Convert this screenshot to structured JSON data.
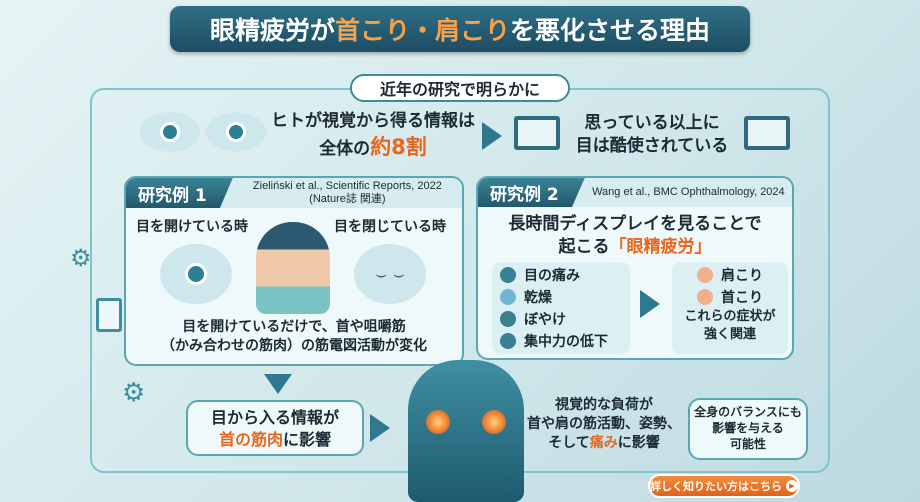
{
  "header": {
    "title_pre": "眼精疲労が",
    "title_hl": "首こり・肩こり",
    "title_post": "を悪化させる理由",
    "subtitle": "近年の研究で明らかに"
  },
  "intro": {
    "line1": "ヒトが視覚から得る情報は",
    "line2_pre": "全体の",
    "line2_hl": "約8割",
    "result_line1": "思っている以上に",
    "result_line2": "目は酷使されている"
  },
  "study1": {
    "tag": "研究例 1",
    "cite1": "Zieliński et al., Scientific Reports, 2022",
    "cite2": "(Nature誌 関連)",
    "open_label": "目を開けている時",
    "closed_label": "目を閉じている時",
    "caption1": "目を開けているだけで、首や咀嚼筋",
    "caption2": "（かみ合わせの筋肉）の筋電図活動が変化"
  },
  "study2": {
    "tag": "研究例 2",
    "cite": "Wang et al., BMC Ophthalmology, 2024",
    "heading1": "長時間ディスプレイを見ることで",
    "heading2_pre": "起こる",
    "heading2_hl": "「眼精疲労」",
    "symptoms": [
      {
        "icon": "eye-icon",
        "label": "目の痛み"
      },
      {
        "icon": "water-drop-icon",
        "label": "乾燥"
      },
      {
        "icon": "blurry-eye-icon",
        "label": "ぼやけ"
      },
      {
        "icon": "head-brain-icon",
        "label": "集中力の低下"
      }
    ],
    "results": [
      {
        "icon": "shoulder-icon",
        "label": "肩こり"
      },
      {
        "icon": "neck-icon",
        "label": "首こり"
      }
    ],
    "relation1": "これらの症状が",
    "relation2": "強く関連"
  },
  "bottom_left": {
    "line1": "目から入る情報が",
    "line2_hl": "首の筋肉",
    "line2_post": "に影響"
  },
  "bottom_mid": {
    "line1": "視覚的な負荷が",
    "line2": "首や肩の筋活動、姿勢、",
    "line3_pre": "そして",
    "line3_hl": "痛み",
    "line3_post": "に影響"
  },
  "bottom_right": {
    "line1": "全身のバランスにも",
    "line2": "影響を与える",
    "line3": "可能性"
  },
  "cta": {
    "label": "詳しく知りたい方はこちら"
  },
  "colors": {
    "accent": "#e8661e",
    "primary": "#23586c"
  }
}
